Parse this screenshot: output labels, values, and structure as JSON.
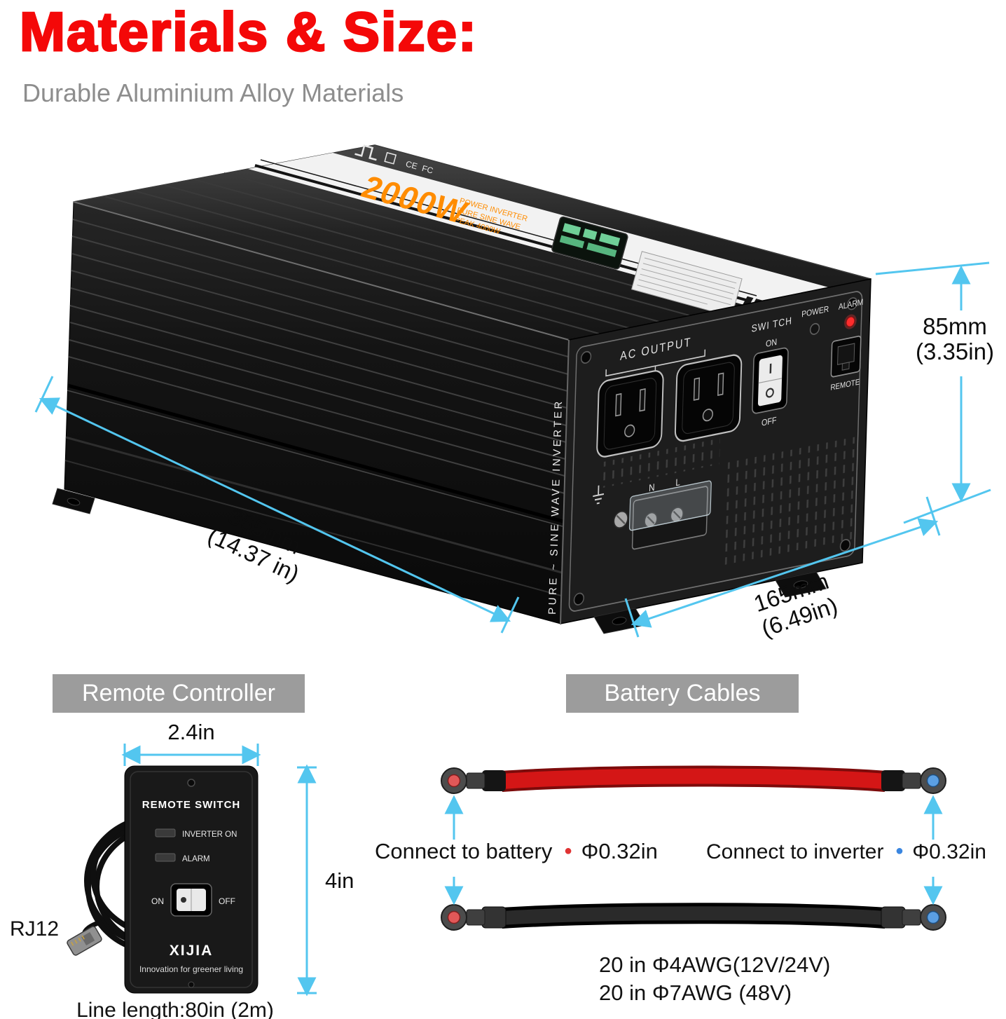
{
  "page": {
    "title": "Materials & Size:",
    "subtitle": "Durable Aluminium Alloy Materials"
  },
  "colors": {
    "accent_red": "#f40808",
    "dimension_blue": "#53c6ef",
    "header_gray": "#9c9c9c",
    "brand_orange": "#ff8c00",
    "cable_red": "#d41616",
    "cable_black": "#111111",
    "battery_dot_red": "#e03333",
    "inverter_dot_blue": "#3a86e0"
  },
  "inverter": {
    "top": {
      "power": "2000W",
      "tag1": "POWER INVERTER",
      "tag2": "PURE SINE WAVE",
      "tag3": "PEAK 4000W",
      "cert1": "CE",
      "cert2": "FC"
    },
    "side_text": "PURE ~ SINE WAVE INVERTER",
    "panel": {
      "ac_output": "AC OUTPUT",
      "switch": "SWI TCH",
      "power": "POWER",
      "alarm": "ALARM",
      "on": "ON",
      "off": "OFF",
      "remote": "REMOTE",
      "neutral": "N",
      "line": "L"
    },
    "dims": {
      "height_mm": "85mm",
      "height_in": "(3.35in)",
      "length_mm": "365mm",
      "length_in": "(14.37 in)",
      "depth_mm": "165mm",
      "depth_in": "(6.49in)"
    }
  },
  "remote": {
    "header": "Remote Controller",
    "width": "2.4in",
    "height": "4in",
    "connector": "RJ12",
    "line_length": "Line length:80in (2m)",
    "device": {
      "title": "REMOTE SWITCH",
      "led1": "INVERTER ON",
      "led2": "ALARM",
      "on": "ON",
      "off": "OFF",
      "brand": "XIJIA",
      "tagline": "Innovation for greener living"
    }
  },
  "cables": {
    "header": "Battery Cables",
    "battery_label": "Connect to battery",
    "battery_dot": "●",
    "battery_dia": "Φ0.32in",
    "inverter_label": "Connect to inverter",
    "inverter_dot": "●",
    "inverter_dia": "Φ0.32in",
    "spec1": "20 in Φ4AWG(12V/24V)",
    "spec2": "20 in Φ7AWG (48V)"
  }
}
